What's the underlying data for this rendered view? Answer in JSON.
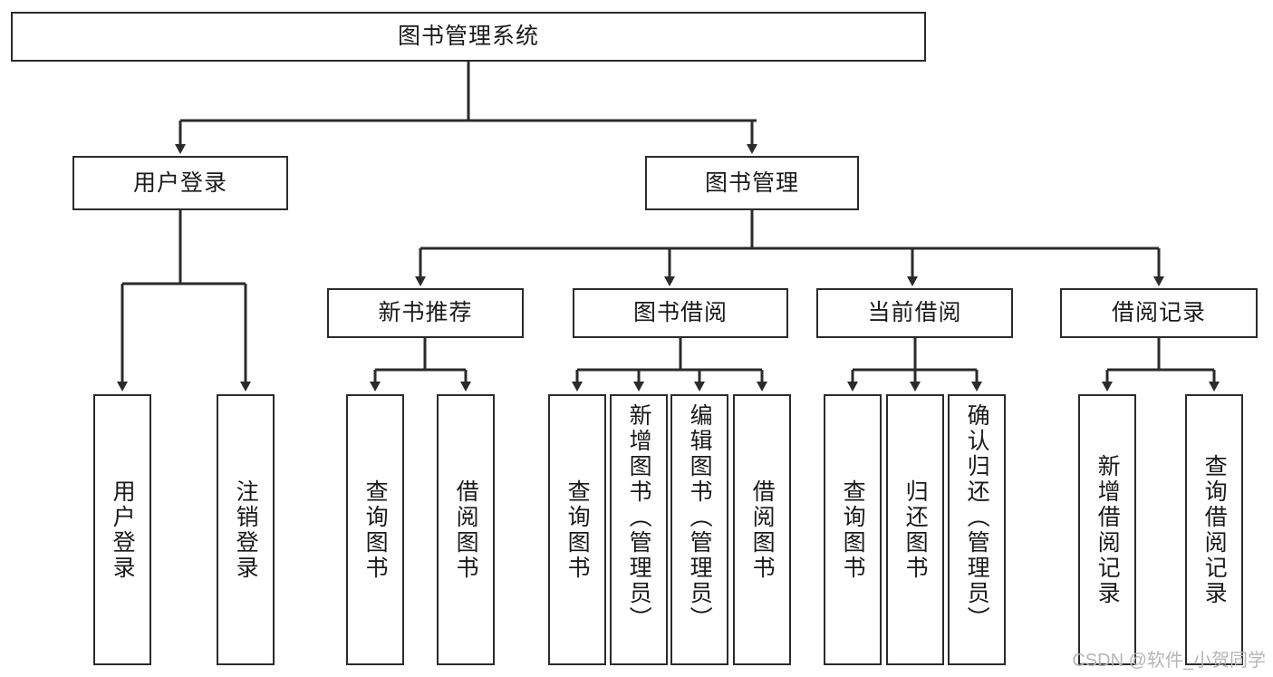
{
  "diagram": {
    "type": "tree",
    "title": "图书管理系统",
    "orientation": "top-down",
    "colors": {
      "node_border": "#2b2b2b",
      "node_fill": "#ffffff",
      "edge": "#2b2b2b",
      "text": "#1a1a1a",
      "watermark": "#b6b6b6",
      "background": "#ffffff"
    }
  },
  "root": {
    "label": "图书管理系统"
  },
  "level2": [
    {
      "label": "用户登录"
    },
    {
      "label": "图书管理"
    }
  ],
  "level3": [
    {
      "label": "新书推荐"
    },
    {
      "label": "图书借阅"
    },
    {
      "label": "当前借阅"
    },
    {
      "label": "借阅记录"
    }
  ],
  "leaves": {
    "user_login": [
      {
        "label": "用户登录"
      },
      {
        "label": "注销登录"
      }
    ],
    "new_book_recommend": [
      {
        "label": "查询图书"
      },
      {
        "label": "借阅图书"
      }
    ],
    "book_borrow": [
      {
        "label": "查询图书"
      },
      {
        "label": "新增图书（管理员）"
      },
      {
        "label": "编辑图书（管理员）"
      },
      {
        "label": "借阅图书"
      }
    ],
    "current_borrow": [
      {
        "label": "查询图书"
      },
      {
        "label": "归还图书"
      },
      {
        "label": "确认归还（管理员）"
      }
    ],
    "borrow_record": [
      {
        "label": "新增借阅记录"
      },
      {
        "label": "查询借阅记录"
      }
    ]
  },
  "watermark": {
    "text": "CSDN @软件_小贺同学"
  }
}
